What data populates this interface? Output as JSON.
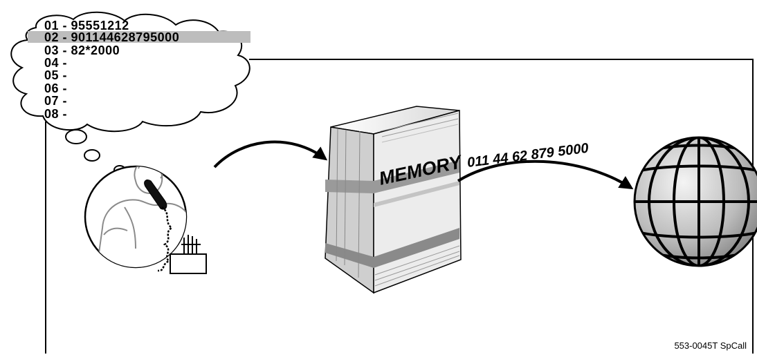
{
  "speed_dial_list": [
    {
      "code": "01",
      "number": "95551212",
      "highlighted": false
    },
    {
      "code": "02",
      "number": "901144628795000",
      "highlighted": true
    },
    {
      "code": "03",
      "number": "82*2000",
      "highlighted": false
    },
    {
      "code": "04",
      "number": "",
      "highlighted": false
    },
    {
      "code": "05",
      "number": "",
      "highlighted": false
    },
    {
      "code": "06",
      "number": "",
      "highlighted": false
    },
    {
      "code": "07",
      "number": "",
      "highlighted": false
    },
    {
      "code": "08",
      "number": "",
      "highlighted": false
    }
  ],
  "system_label": "MEMORY",
  "dialed_number": "011 44 62 879 5000",
  "figure_id": "553-0045T SpCall",
  "colors": {
    "line": "#000000",
    "highlight": "#bdbdbd",
    "switch_face": "#e8e8e8",
    "switch_band": "#8a8a8a",
    "person": "#9a9a9a"
  },
  "icons": [
    "thought-cloud-icon",
    "person-on-phone-icon",
    "pbx-switch-icon",
    "globe-icon",
    "arrow-icon"
  ]
}
